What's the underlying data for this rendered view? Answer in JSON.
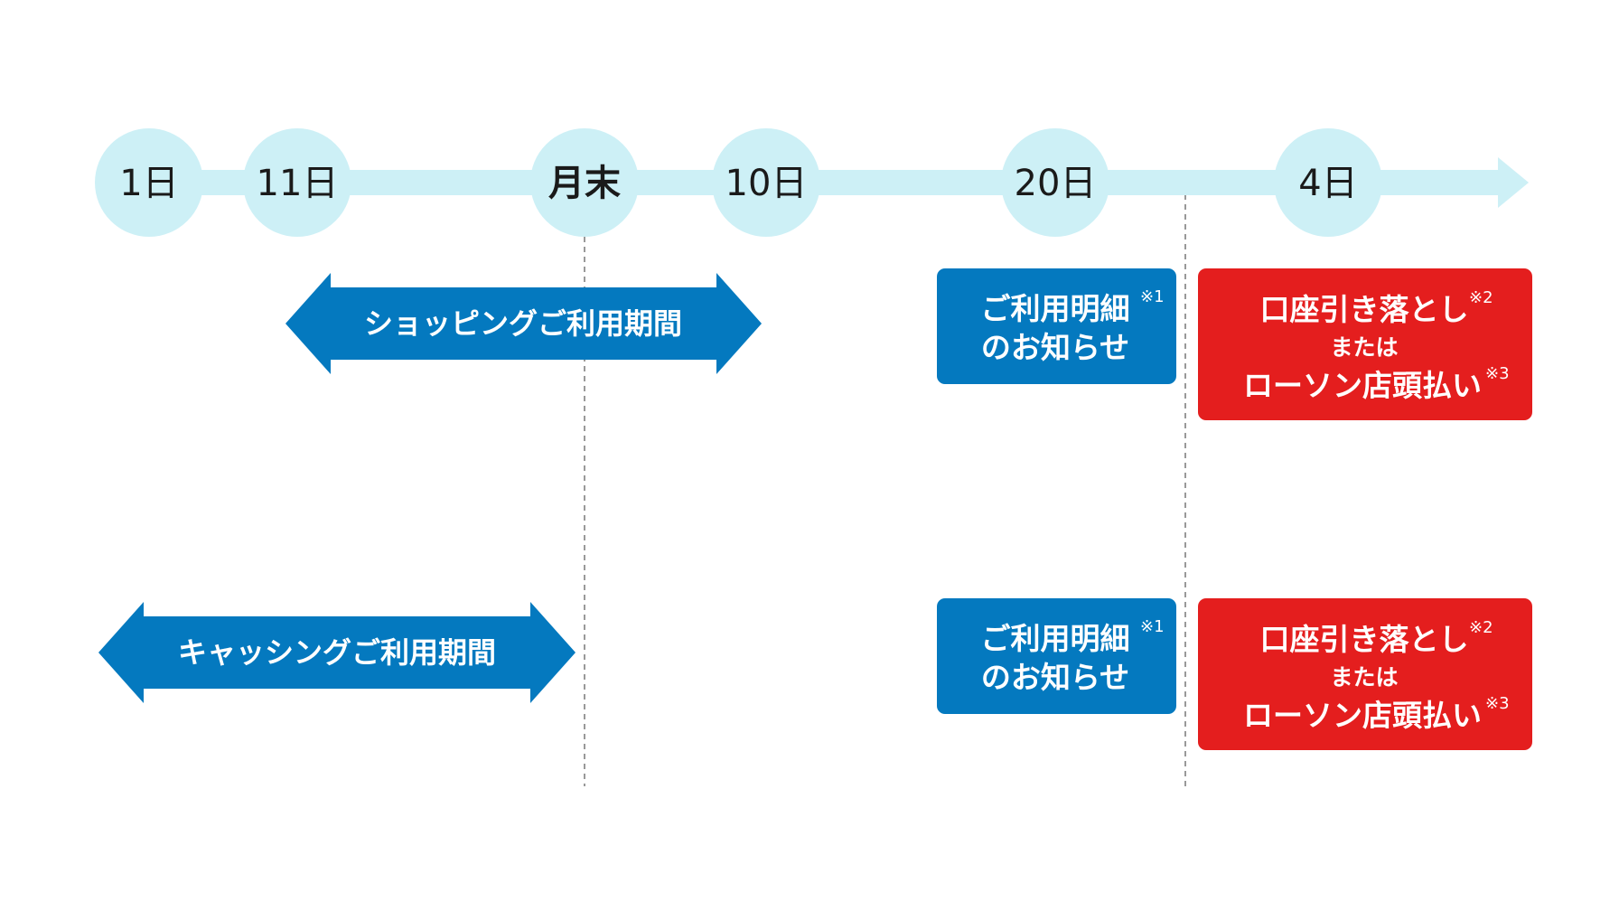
{
  "colors": {
    "timeline": "#cdf0f6",
    "blue": "#0479bf",
    "red": "#e41e1e",
    "divider": "#999999"
  },
  "timeline": {
    "days": [
      "1日",
      "11日",
      "月末",
      "10日",
      "20日",
      "4日"
    ]
  },
  "shopping": {
    "period_label": "ショッピングご利用期間",
    "statement": {
      "line1": "ご利用明細",
      "line2": "のお知らせ",
      "note": "※1"
    },
    "payment": {
      "line1": "口座引き落とし",
      "line1_note": "※2",
      "line2": "または",
      "line3": "ローソン店頭払い",
      "line3_note": "※3"
    }
  },
  "cashing": {
    "period_label": "キャッシングご利用期間",
    "statement": {
      "line1": "ご利用明細",
      "line2": "のお知らせ",
      "note": "※1"
    },
    "payment": {
      "line1": "口座引き落とし",
      "line1_note": "※2",
      "line2": "または",
      "line3": "ローソン店頭払い",
      "line3_note": "※3"
    }
  }
}
